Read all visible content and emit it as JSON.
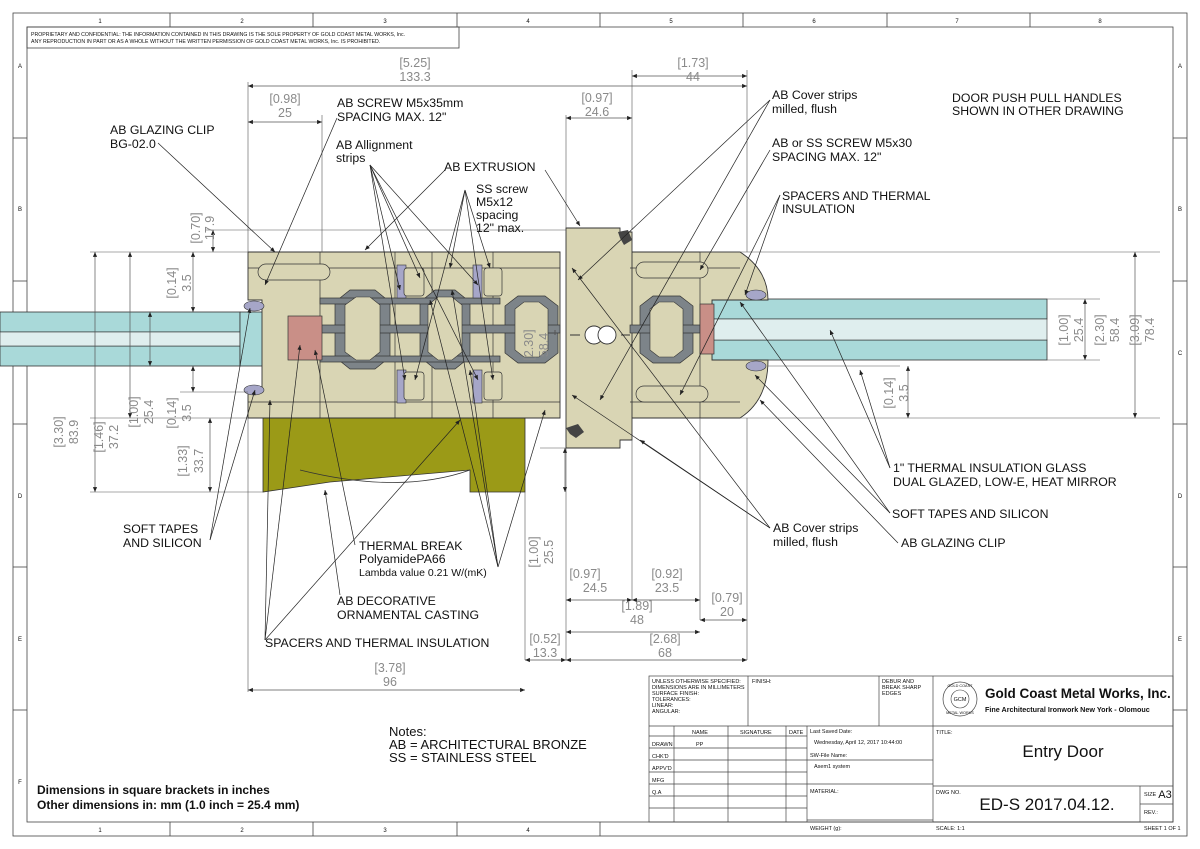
{
  "border": {
    "col_labels": [
      "1",
      "2",
      "3",
      "4",
      "5",
      "6",
      "7",
      "8"
    ],
    "row_labels": [
      "A",
      "B",
      "C",
      "D",
      "E",
      "F"
    ]
  },
  "proprietary": {
    "line1": "PROPRIETARY AND CONFIDENTIAL:  THE INFORMATION CONTAINED IN THIS DRAWING IS THE SOLE PROPERTY OF GOLD COAST METAL WORKS, Inc.",
    "line2": "ANY  REPRODUCTION IN PART OR AS A WHOLE WITHOUT THE WRITTEN PERMISSION OF GOLD COAST METAL WORKS, Inc. IS PROHIBITED."
  },
  "dimensions": {
    "overall_in": "[5.25]",
    "overall_mm": "133.3",
    "d173_in": "[1.73]",
    "d173_mm": "44",
    "d098_in": "[0.98]",
    "d098_mm": "25",
    "d097t_in": "[0.97]",
    "d097t_mm": "24.6",
    "d070_in": "[0.70]",
    "d070_mm": "17.9",
    "d014a_in": "[0.14]",
    "d014a_mm": "3.5",
    "d330_in": "[3.30]",
    "d330_mm": "83.9",
    "d146_in": "[1.46]",
    "d146_mm": "37.2",
    "d100l_in": "[1.00]",
    "d100l_mm": "25.4",
    "d014b_in": "[0.14]",
    "d014b_mm": "3.5",
    "d133_in": "[1.33]",
    "d133_mm": "33.7",
    "d230c_in": "[2.30]",
    "d230c_mm": "58.4",
    "d100r_in": "[1.00]",
    "d100r_mm": "25.4",
    "d230r_in": "[2.30]",
    "d230r_mm": "58.4",
    "d309_in": "[3.09]",
    "d309_mm": "78.4",
    "d014c_in": "[0.14]",
    "d014c_mm": "3.5",
    "d100b_in": "[1.00]",
    "d100b_mm": "25.5",
    "d097b_in": "[0.97]",
    "d097b_mm": "24.5",
    "d092_in": "[0.92]",
    "d092_mm": "23.5",
    "d079_in": "[0.79]",
    "d079_mm": "20",
    "d189_in": "[1.89]",
    "d189_mm": "48",
    "d052_in": "[0.52]",
    "d052_mm": "13.3",
    "d268_in": "[2.68]",
    "d268_mm": "68",
    "d378_in": "[3.78]",
    "d378_mm": "96"
  },
  "callouts": {
    "screw1_l1": "AB SCREW M5x35mm",
    "screw1_l2": "SPACING MAX. 12\"",
    "clip_l1": "AB GLAZING CLIP",
    "clip_l2": "BG-02.0",
    "align_l1": "AB Allignment",
    "align_l2": "strips",
    "extrusion": "AB EXTRUSION",
    "ss_l1": "SS screw",
    "ss_l2": "M5x12",
    "ss_l3": "spacing",
    "ss_l4": "12\" max.",
    "cover_top_l1": "AB Cover strips",
    "cover_top_l2": "milled, flush",
    "ssscrew_l1": "AB or SS SCREW M5x30",
    "ssscrew_l2": "SPACING MAX. 12\"",
    "spacers_r_l1": "SPACERS AND THERMAL",
    "spacers_r_l2": "INSULATION",
    "push_l1": "DOOR PUSH PULL HANDLES",
    "push_l2": "SHOWN IN OTHER DRAWING",
    "glass_l1": "1\" THERMAL INSULATION GLASS",
    "glass_l2": "DUAL GLAZED, LOW-E, HEAT MIRROR",
    "softr": "SOFT TAPES AND SILICON",
    "cover_bot_l1": "AB Cover strips",
    "cover_bot_l2": "milled, flush",
    "clip_r": "AB GLAZING CLIP",
    "softl_l1": "SOFT TAPES",
    "softl_l2": "AND SILICON",
    "tb_l1": "THERMAL BREAK",
    "tb_l2": "PolyamidePA66",
    "tb_l3": "Lambda value 0.21 W/(mK)",
    "deco_l1": "AB DECORATIVE",
    "deco_l2": "ORNAMENTAL CASTING",
    "spacers_b": "SPACERS AND THERMAL INSULATION"
  },
  "notes": {
    "title": "Notes:",
    "ab": "AB = ARCHITECTURAL BRONZE",
    "ss": "SS  = STAINLESS STEEL",
    "units_l1": "Dimensions in square brackets in inches",
    "units_l2": "Other dimensions in:  mm   (1.0 inch = 25.4 mm)"
  },
  "title_block": {
    "unless": [
      "UNLESS OTHERWISE SPECIFIED:",
      "DIMENSIONS ARE IN MILLIMETERS",
      "SURFACE FINISH:",
      "TOLERANCES:",
      "   LINEAR:",
      "   ANGULAR:"
    ],
    "finish": "FINISH:",
    "deburr": [
      "DEBUR AND",
      "BREAK SHARP",
      "EDGES"
    ],
    "col_name": "NAME",
    "col_signature": "SIGNATURE",
    "col_date": "DATE",
    "rows": [
      "DRAWN",
      "CHK'D",
      "APPV'D",
      "MFG",
      "Q.A"
    ],
    "drawn_name": "PP",
    "last_saved_label": "Last Saved Date:",
    "last_saved_value": "Wednesday, April 12, 2017 10:44:00",
    "sw_label": "SW-File Name:",
    "sw_value": "Asem1 system",
    "material": "MATERIAL:",
    "weight": "WEIGHT (g):",
    "company": "Gold Coast Metal Works, Inc.",
    "tagline": "Fine Architectural Ironwork New York - Olomouc",
    "logo_top": "GOLD COAST",
    "logo_mid": "GCM",
    "logo_bot": "METAL WORKS",
    "title_label": "TITLE:",
    "title": "Entry Door",
    "dwg_label": "DWG NO.",
    "dwg_no": "ED-S 2017.04.12.",
    "size_label": "SIZE",
    "size": "A3",
    "rev_label": "REV.:",
    "scale_label": "SCALE:  1:1",
    "sheet": "SHEET 1 OF 1"
  },
  "colors": {
    "bronze_fill": "#d9d5b4",
    "casting_fill": "#9b9a17",
    "glass_fill": "#a9d9d9",
    "thermal_fill": "#7d8489",
    "strip_fill": "#a6a6c8",
    "block_fill": "#c98f87"
  }
}
